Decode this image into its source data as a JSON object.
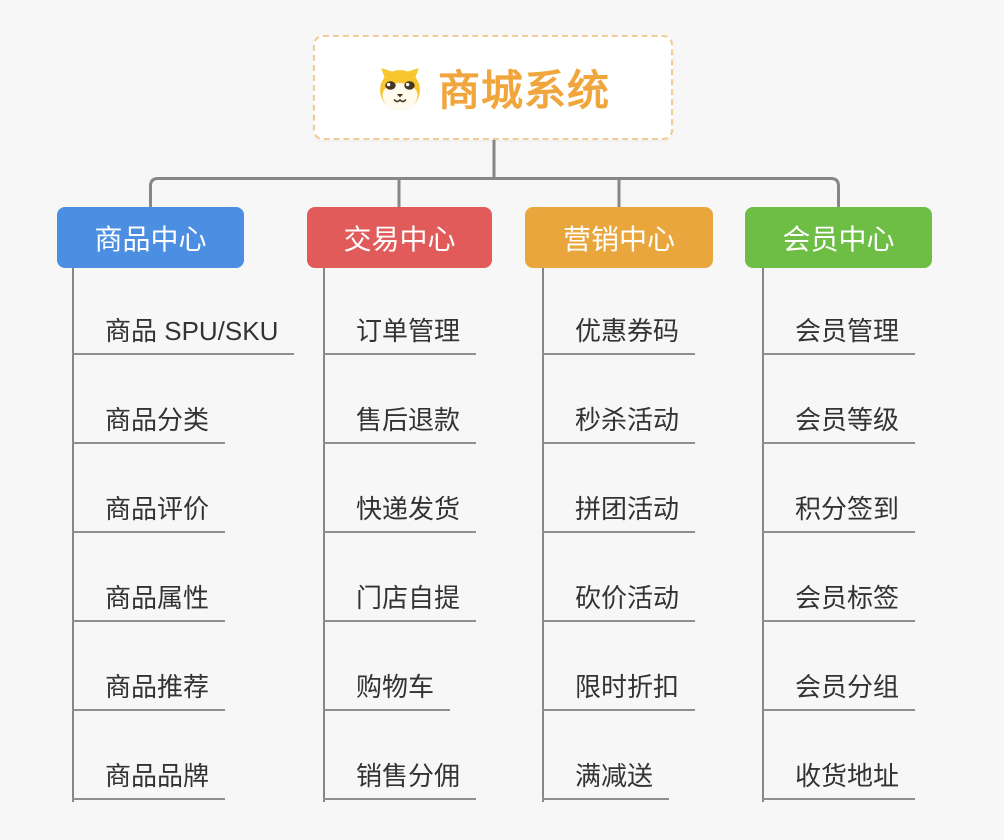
{
  "background_color": "#F7F7F7",
  "connector_color": "#878787",
  "root": {
    "title": "商城系统",
    "icon": "shiba-dog-face-icon",
    "accent_color": "#F0A63C",
    "border_color": "#F0CC96"
  },
  "branches": [
    {
      "label": "商品中心",
      "color": "#4C8FE2",
      "items": [
        "商品 SPU/SKU",
        "商品分类",
        "商品评价",
        "商品属性",
        "商品推荐",
        "商品品牌"
      ]
    },
    {
      "label": "交易中心",
      "color": "#E25B5B",
      "items": [
        "订单管理",
        "售后退款",
        "快递发货",
        "门店自提",
        "购物车",
        "销售分佣"
      ]
    },
    {
      "label": "营销中心",
      "color": "#E9A63D",
      "items": [
        "优惠券码",
        "秒杀活动",
        "拼团活动",
        "砍价活动",
        "限时折扣",
        "满减送"
      ]
    },
    {
      "label": "会员中心",
      "color": "#6EBE46",
      "items": [
        "会员管理",
        "会员等级",
        "积分签到",
        "会员标签",
        "会员分组",
        "收货地址"
      ]
    }
  ]
}
